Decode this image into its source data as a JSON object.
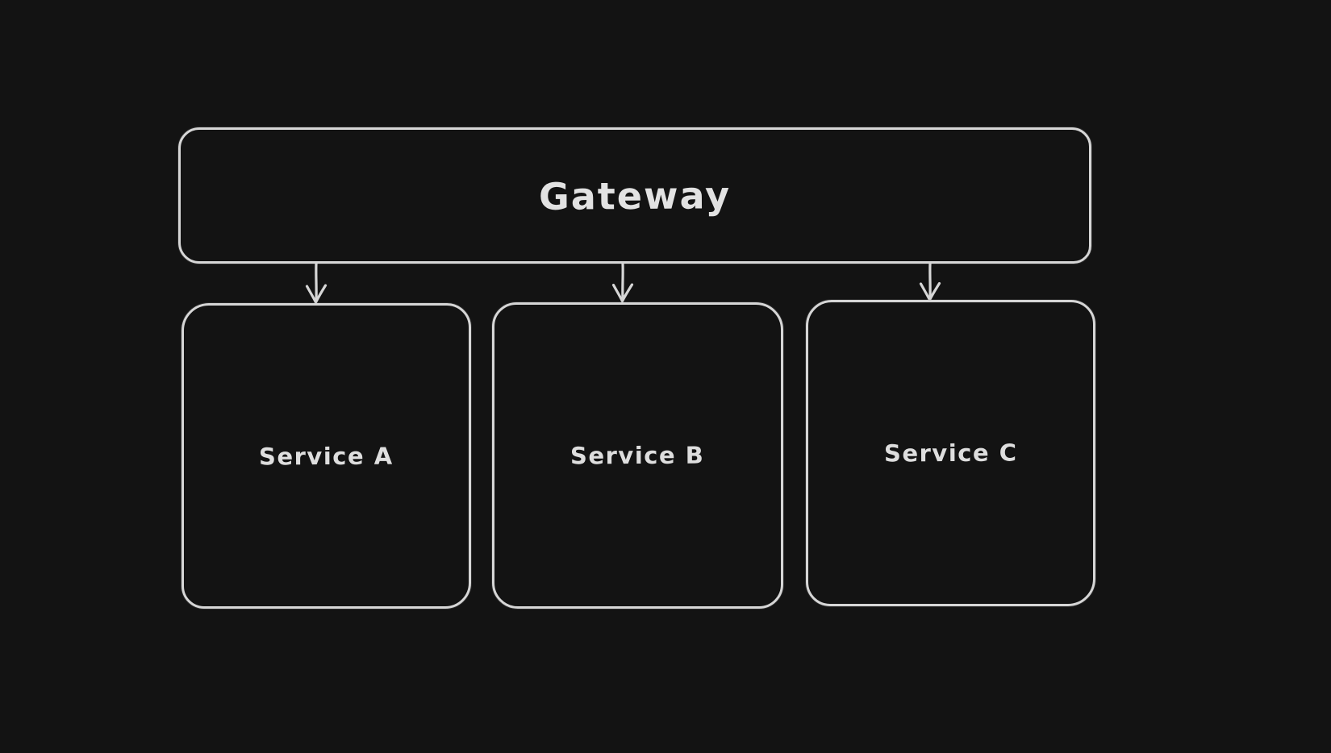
{
  "canvas": {
    "background_color": "#131313",
    "stroke_color": "#d6d6d6",
    "text_color": "#e2e2e2"
  },
  "nodes": {
    "gateway": {
      "label": "Gateway"
    },
    "service_a": {
      "label": "Service A"
    },
    "service_b": {
      "label": "Service B"
    },
    "service_c": {
      "label": "Service C"
    }
  },
  "edges": [
    {
      "from": "Gateway",
      "to": "Service A"
    },
    {
      "from": "Gateway",
      "to": "Service B"
    },
    {
      "from": "Gateway",
      "to": "Service C"
    }
  ]
}
